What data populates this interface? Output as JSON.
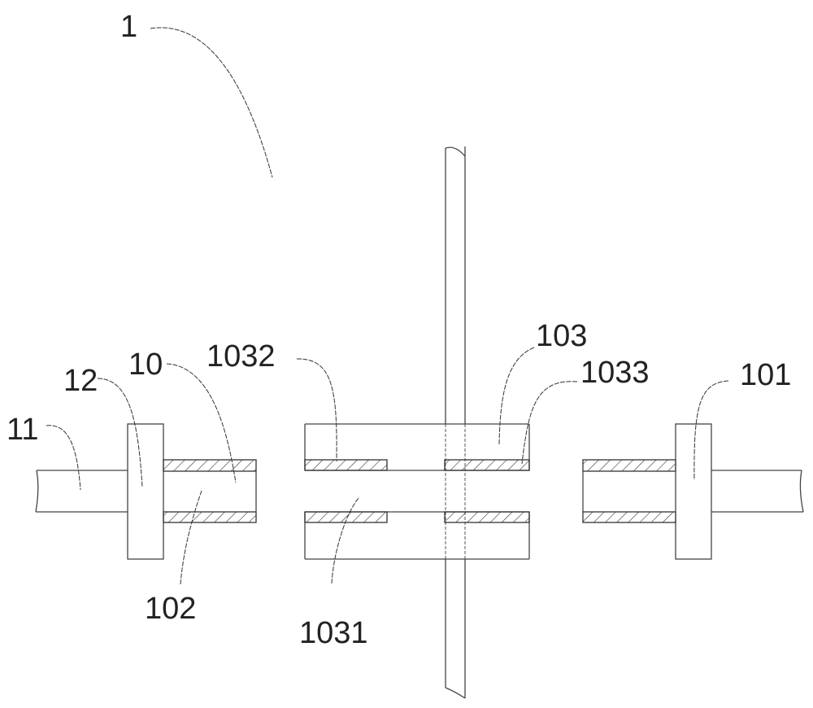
{
  "figure": {
    "labels": {
      "assembly": "1",
      "pipe_left": "11",
      "flange_left": "12",
      "tube_left": "10",
      "strip_inner_left": "1032",
      "box": "103",
      "strip_inner_right": "1033",
      "flange_right": "101",
      "channel_left": "102",
      "channel_middle": "1031"
    }
  }
}
